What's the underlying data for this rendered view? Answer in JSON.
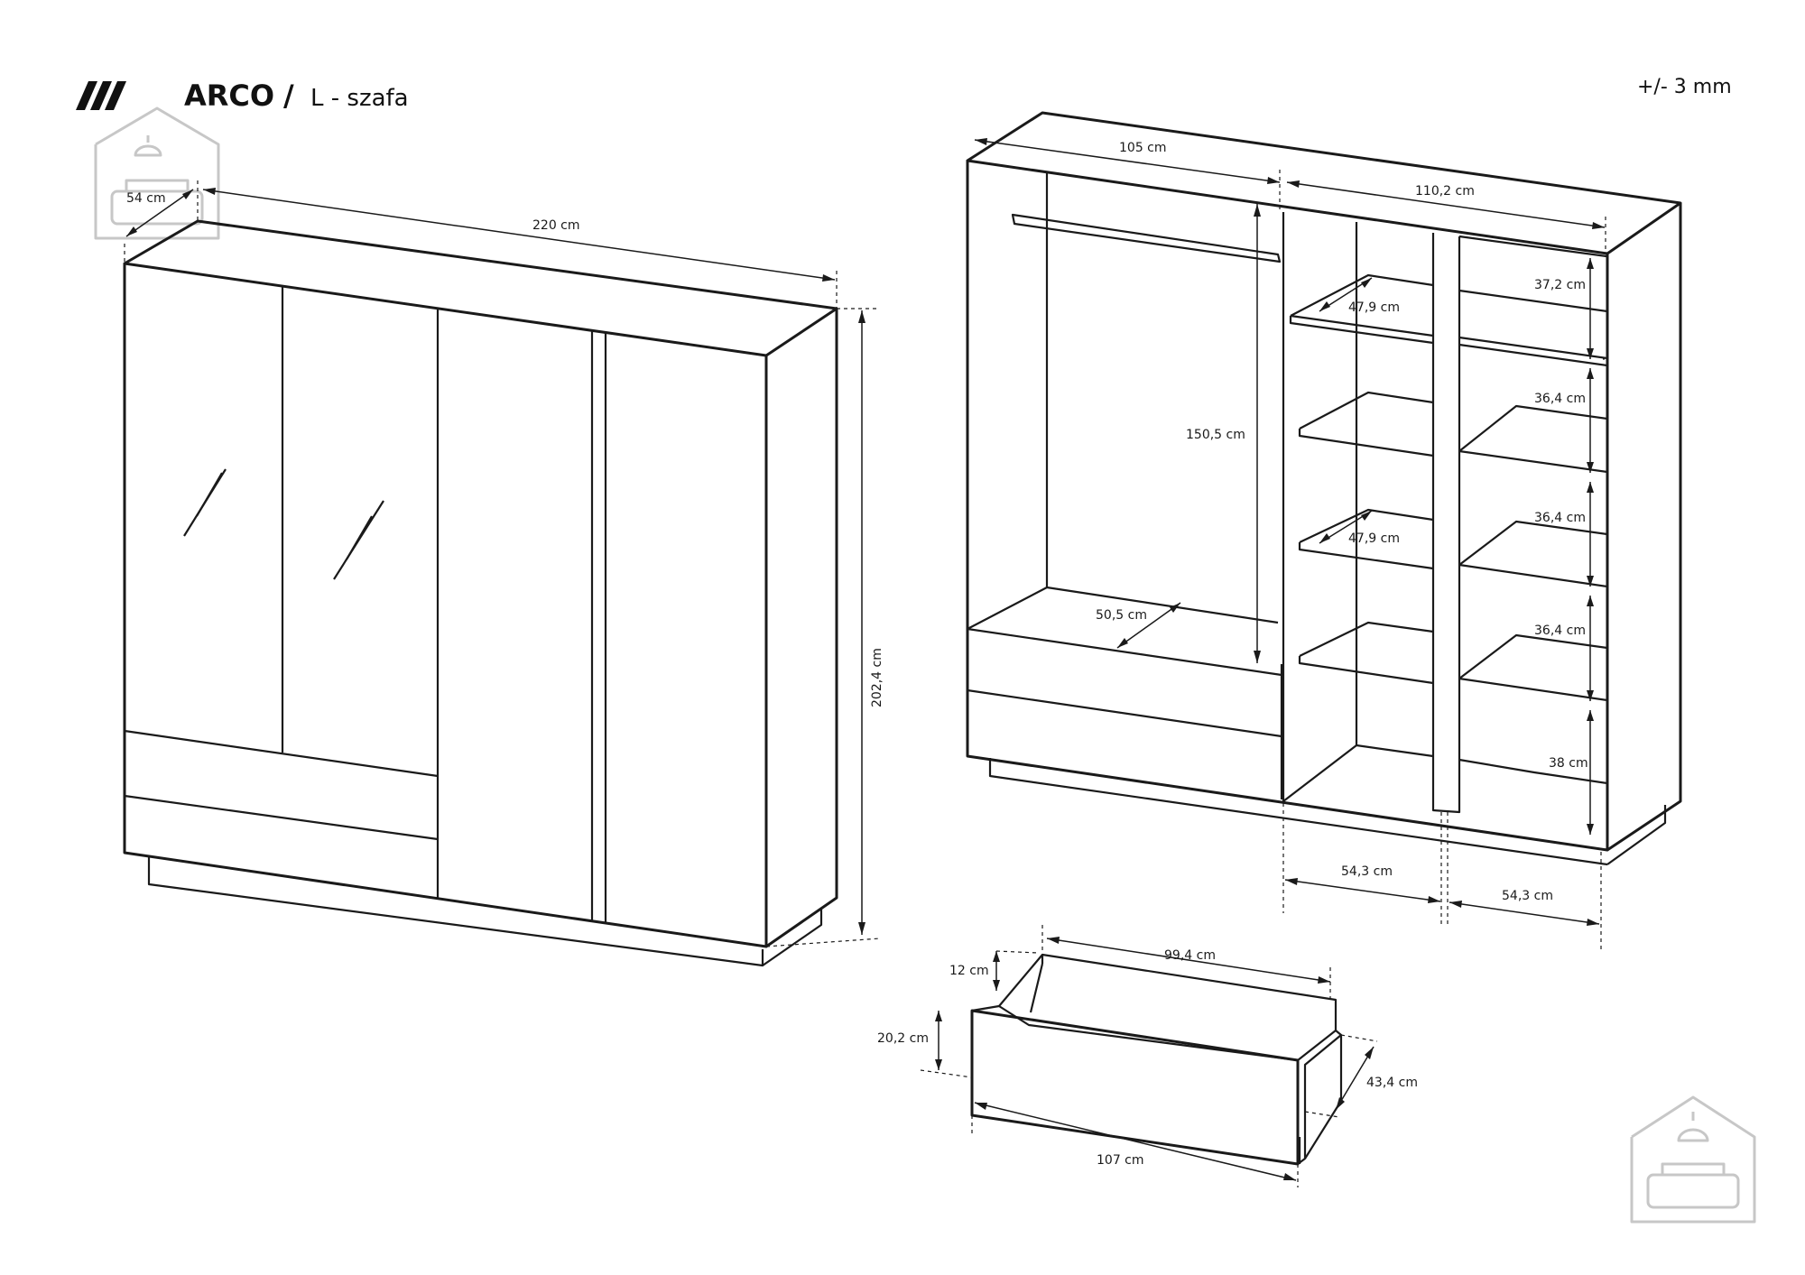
{
  "header": {
    "brand": "ARCO",
    "slash": "/",
    "subtitle": "L - szafa",
    "tolerance": "+/- 3 mm",
    "logo_icon": "triple-slash-logo-icon"
  },
  "views": {
    "front": {
      "depth": "54 cm",
      "width": "220 cm",
      "height": "202,4 cm"
    },
    "interior": {
      "left_width": "105 cm",
      "right_width": "110,2 cm",
      "rail_height": "150,5 cm",
      "bottom_depth": "50,5 cm",
      "shelf_depth_upper": "47,9 cm",
      "shelf_depth_lower": "47,9 cm",
      "gap_1": "37,2 cm",
      "gap_2": "36,4 cm",
      "gap_3": "36,4 cm",
      "gap_4": "36,4 cm",
      "gap_5": "38 cm",
      "section_width_left": "54,3 cm",
      "section_width_right": "54,3 cm"
    },
    "drawer": {
      "inner_height": "12 cm",
      "inner_width": "99,4 cm",
      "front_height": "20,2 cm",
      "depth": "43,4 cm",
      "front_width": "107 cm"
    }
  },
  "watermark_icon": "house-sofa-icon"
}
